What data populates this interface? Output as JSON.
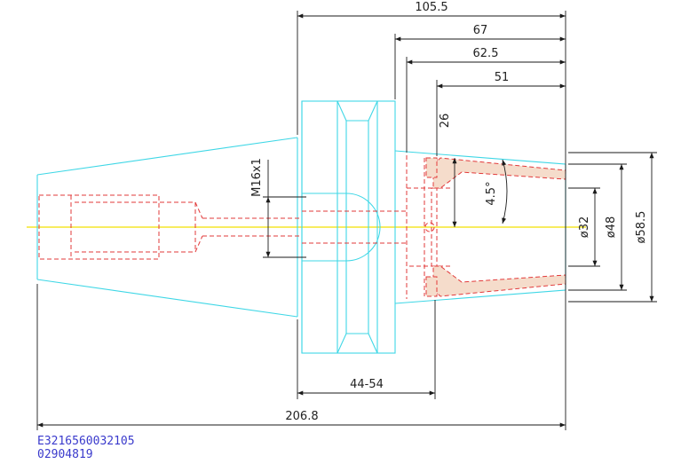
{
  "colors": {
    "outline": "#3fd7e6",
    "hidden": "#e23a3a",
    "dimension": "#1a1a1a",
    "centerline": "#f2e000",
    "collet_fill": "#f5dccb",
    "code_text": "#3a3acc"
  },
  "dimensions": {
    "total_length": "206.8",
    "gauge_length": "105.5",
    "len_67": "67",
    "len_62_5": "62.5",
    "len_51": "51",
    "len_26": "26",
    "angle": "4.5°",
    "thread": "M16x1",
    "range": "44-54",
    "dia_32": "ø32",
    "dia_48": "ø48",
    "dia_58_5": "ø58.5"
  },
  "codes": {
    "line1": "E3216560032105",
    "line2": "02904819"
  }
}
